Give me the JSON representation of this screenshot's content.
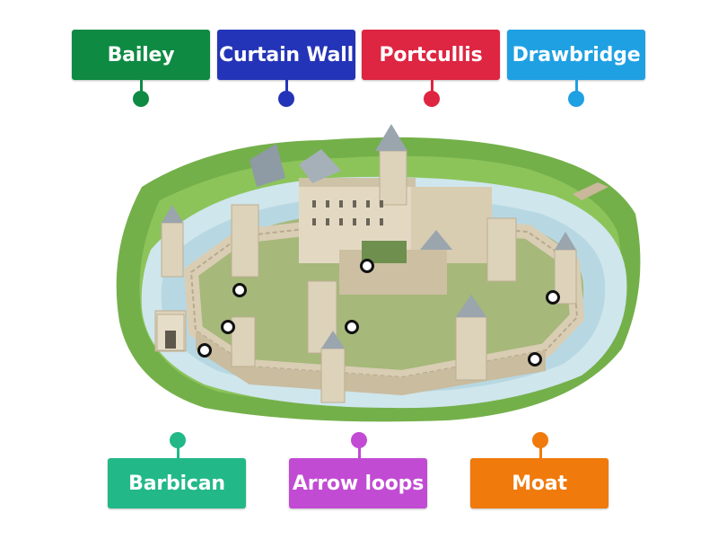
{
  "top_labels": [
    {
      "text": "Bailey",
      "color": "#0e8a43"
    },
    {
      "text": "Curtain Wall",
      "color": "#2434b8"
    },
    {
      "text": "Portcullis",
      "color": "#de2541"
    },
    {
      "text": "Drawbridge",
      "color": "#1fa0e3"
    }
  ],
  "bottom_labels": [
    {
      "text": "Barbican",
      "color": "#22b887"
    },
    {
      "text": "Arrow loops",
      "color": "#c14bd3"
    },
    {
      "text": "Moat",
      "color": "#f07a0c"
    }
  ],
  "image": {
    "icon": "castle-illustration"
  },
  "colors": {
    "grass": "#74b04a",
    "water": "#cfe6ec",
    "stone": "#d9cdb4",
    "hotspot_border": "#111111"
  }
}
